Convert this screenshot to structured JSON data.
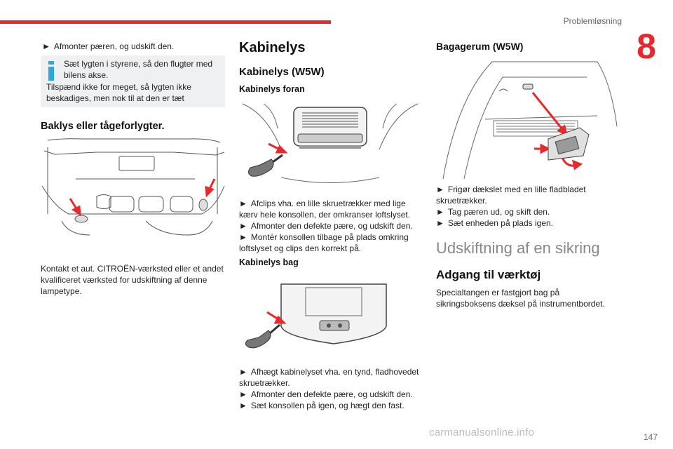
{
  "header": {
    "section_title": "Problemløsning",
    "chapter_number": "8",
    "page_number": "147"
  },
  "watermark": "carmanualsonline.info",
  "left_column": {
    "step_1": "Afmonter pæren, og udskift den.",
    "info_box": {
      "line_1": "Sæt lygten i styrene, så den flugter med",
      "line_2": "bilens akse.",
      "line_3": "Tilspænd ikke for meget, så lygten ikke",
      "line_4": "beskadiges, men nok til at den er tæt"
    },
    "heading": "Baklys eller tågeforlygter.",
    "text_line_1": "Kontakt et aut. CITROËN-værksted eller et andet",
    "text_line_2": "kvalificeret værksted for udskiftning af denne",
    "text_line_3": "lampetype."
  },
  "middle_column": {
    "heading": "Kabinelys",
    "subheading": "Kabinelys (W5W)",
    "front_heading": "Kabinelys foran",
    "front_steps": [
      "Afclips vha. en lille skruetrækker med lige",
      "kærv hele konsollen, der omkranser loftslyset.",
      "Afmonter den defekte pære, og udskift den.",
      "Montér konsollen tilbage på plads omkring",
      "loftslyset og clips den korrekt på."
    ],
    "rear_heading": "Kabinelys bag",
    "rear_steps": [
      "Afhægt kabinelyset vha. en tynd, fladhovedet",
      "skruetrækker.",
      "Afmonter den defekte pære, og udskift den.",
      "Sæt konsollen på igen, og hægt den fast."
    ]
  },
  "right_column": {
    "heading": "Bagagerum (W5W)",
    "steps": [
      "Frigør dækslet med en lille fladbladet",
      "skruetrækker.",
      "Tag pæren ud, og skift den.",
      "Sæt enheden på plads igen."
    ],
    "fuse_heading": "Udskiftning af en sikring",
    "tools_heading": "Adgang til værktøj",
    "tools_text_1": "Specialtangen er fastgjort bag på",
    "tools_text_2": "sikringsboksens dæksel på instrumentbordet."
  },
  "colors": {
    "accent": "#e8292c",
    "info_icon": "#29a9e0",
    "info_bg": "#eef0f2"
  }
}
